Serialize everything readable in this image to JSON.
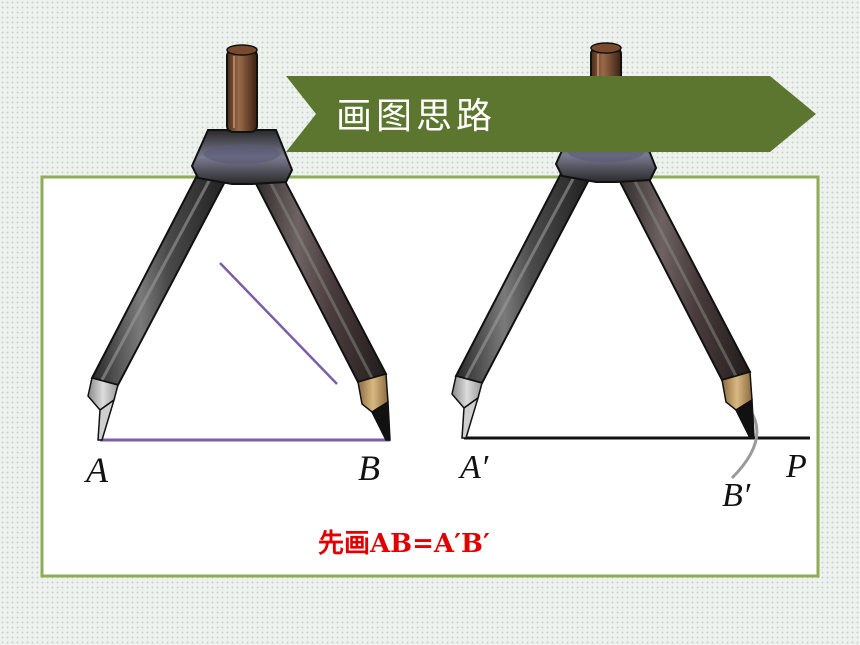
{
  "banner": {
    "title": "画图思路"
  },
  "left_figure": {
    "label_a": "A",
    "label_b": "B"
  },
  "right_figure": {
    "label_a_prime": "A′",
    "label_b_prime": "B′",
    "label_p": "P"
  },
  "caption": "先画AB=A′B′",
  "colors": {
    "banner": "#5c7630",
    "frame_border": "#8fad56",
    "segment_purple": "#7b5ea7",
    "caption_red": "#e00000",
    "arc_gray": "#9a9a9a"
  }
}
